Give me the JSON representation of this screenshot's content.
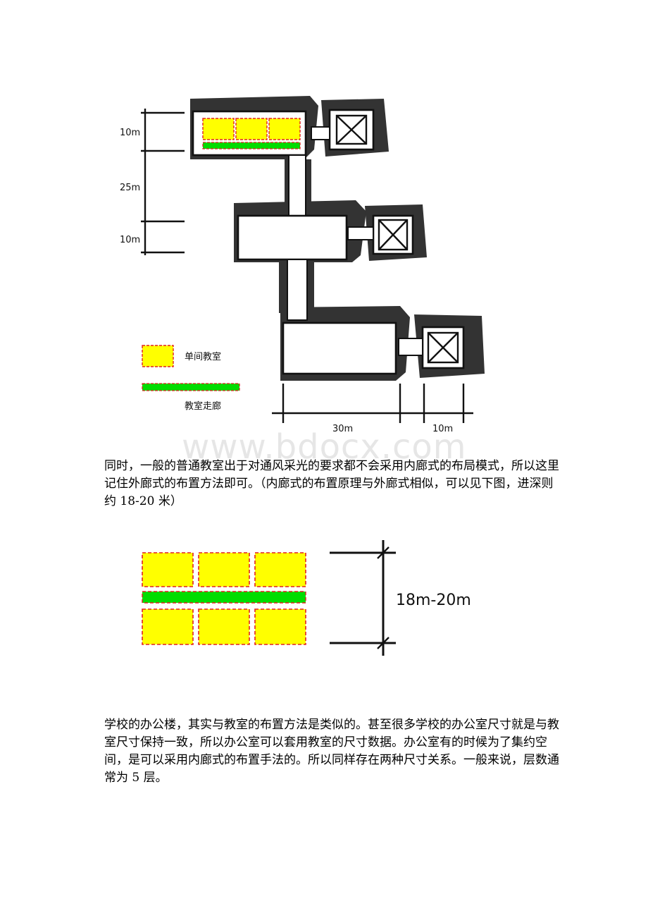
{
  "figure1": {
    "dimensions_left": [
      "10m",
      "25m",
      "10m"
    ],
    "dimensions_bottom": [
      "30m",
      "10m"
    ],
    "legend": {
      "classroom": "单间教室",
      "corridor": "教室走廊"
    },
    "colors": {
      "classroom_fill": "#ffff00",
      "classroom_border": "#e02020",
      "corridor_fill": "#00dd00"
    }
  },
  "watermark": "www.bdocx.com",
  "paragraph1": "同时，一般的普通教室出于对通风采光的要求都不会采用内廊式的布局模式，所以这里记住外廊式的布置方法即可。（内廊式的布置原理与外廊式相似，可以见下图，进深则约 18-20 米）",
  "figure2": {
    "dimension": "18m-20m"
  },
  "paragraph2": "学校的办公楼，其实与教室的布置方法是类似的。甚至很多学校的办公室尺寸就是与教室尺寸保持一致，所以办公室可以套用教室的尺寸数据。办公室有的时候为了集约空间，是可以采用内廊式的布置手法的。所以同样存在两种尺寸关系。一般来说，层数通常为 5 层。"
}
